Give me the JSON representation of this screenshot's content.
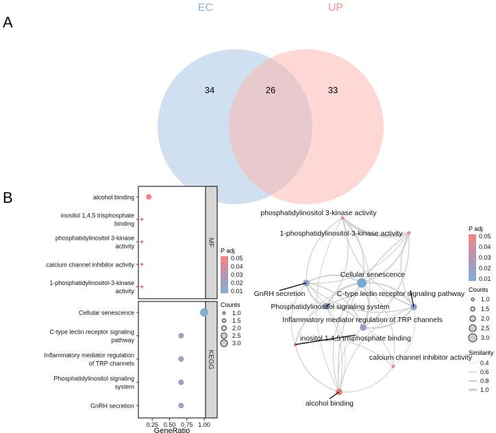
{
  "panels": {
    "a": "A",
    "b": "B"
  },
  "venn": {
    "sets": [
      {
        "name": "EC",
        "color": "#a9c6e3",
        "label_color": "#8fb2d6"
      },
      {
        "name": "UP",
        "color": "#fbb8b0",
        "label_color": "#f28f86"
      }
    ],
    "counts": {
      "ec_only": "34",
      "shared": "26",
      "up_only": "33"
    }
  },
  "chart_data": {
    "type": "scatter",
    "xlabel": "GeneRatio",
    "xticks": [
      "0.25",
      "0.50",
      "0.75",
      "1.00"
    ],
    "xlim": [
      0.05,
      1.02
    ],
    "facets": [
      {
        "name": "MF",
        "terms": [
          {
            "label": [
              "alcohol binding"
            ],
            "gene_ratio": 0.2,
            "count": 2,
            "p_adj": 0.05
          },
          {
            "label": [
              "inositol 1,4,5 trisphosphate",
              "binding"
            ],
            "gene_ratio": 0.1,
            "count": 1,
            "p_adj": 0.05
          },
          {
            "label": [
              "phosphatidylinositol 3-kinase",
              "activity"
            ],
            "gene_ratio": 0.1,
            "count": 1,
            "p_adj": 0.05
          },
          {
            "label": [
              "calcium channel inhibitor activity"
            ],
            "gene_ratio": 0.1,
            "count": 1,
            "p_adj": 0.05
          },
          {
            "label": [
              "1-phosphatidylinositol-3-kinase",
              "activity"
            ],
            "gene_ratio": 0.1,
            "count": 1,
            "p_adj": 0.05
          }
        ]
      },
      {
        "name": "KEGG",
        "terms": [
          {
            "label": [
              "Cellular senescence"
            ],
            "gene_ratio": 1.0,
            "count": 3,
            "p_adj": 0.008
          },
          {
            "label": [
              "C-type lectin receptor signaling",
              "pathway"
            ],
            "gene_ratio": 0.667,
            "count": 2,
            "p_adj": 0.02
          },
          {
            "label": [
              "Inflammatory mediator regulation",
              "of TRP channels"
            ],
            "gene_ratio": 0.667,
            "count": 2,
            "p_adj": 0.02
          },
          {
            "label": [
              "Phosphatidylinositol signaling",
              "system"
            ],
            "gene_ratio": 0.667,
            "count": 2,
            "p_adj": 0.02
          },
          {
            "label": [
              "GnRH secretion"
            ],
            "gene_ratio": 0.667,
            "count": 2,
            "p_adj": 0.02
          }
        ]
      }
    ],
    "legend": {
      "color": {
        "title": "P adj",
        "ticks": [
          "0.05",
          "0.04",
          "0.03",
          "0.02",
          "0.01"
        ]
      },
      "size": {
        "title": "Counts",
        "ticks": [
          "1.0",
          "1.5",
          "2.0",
          "2.5",
          "3.0"
        ]
      }
    }
  },
  "network": {
    "nodes": [
      {
        "id": "pi3k",
        "label": "phosphatidylinositol 3-kinase activity",
        "color": "#f08a84",
        "count": 1
      },
      {
        "id": "pi3k1",
        "label": "1-phosphatidylinositol-3-kinase activity",
        "color": "#f08a84",
        "count": 1
      },
      {
        "id": "senescence",
        "label": "Cellular senescence",
        "color": "#78a7cf",
        "count": 3
      },
      {
        "id": "gnrh",
        "label": "GnRH secretion",
        "color": "#8e9fcd",
        "count": 2
      },
      {
        "id": "ctype",
        "label": "C-type lectin receptor signaling pathway",
        "color": "#8e9fcd",
        "count": 2
      },
      {
        "id": "pis",
        "label": "Phosphatidylinositol signaling system",
        "color": "#8e9fcd",
        "count": 2
      },
      {
        "id": "trp",
        "label": "Inflammatory mediator regulation of TRP channels",
        "color": "#8e9fcd",
        "count": 2
      },
      {
        "id": "ip3",
        "label": "inositol 1,4,5 trisphosphate binding",
        "color": "#f08a84",
        "count": 1
      },
      {
        "id": "calcium",
        "label": "calcium channel inhibitor activity",
        "color": "#f08a84",
        "count": 1
      },
      {
        "id": "alcohol",
        "label": "alcohol binding",
        "color": "#e47b7b",
        "count": 2
      }
    ],
    "legend": {
      "color": {
        "title": "P adj",
        "ticks": [
          "0.05",
          "0.04",
          "0.03",
          "0.02",
          "0.01"
        ]
      },
      "size": {
        "title": "Counts",
        "ticks": [
          "1.0",
          "1.5",
          "2.0",
          "2.5",
          "3.0"
        ]
      },
      "similarity": {
        "title": "Similarity",
        "ticks": [
          "0.4",
          "0.6",
          "0.8",
          "1.0"
        ]
      }
    }
  }
}
